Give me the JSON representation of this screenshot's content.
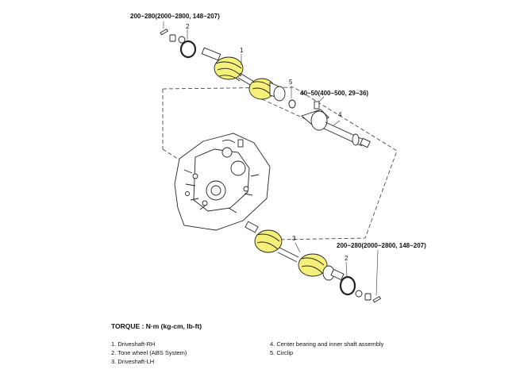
{
  "callouts": {
    "torque_top_left": "200~280(2000~2800, 148~207)",
    "torque_middle": "40~50(400~500, 29~36)",
    "torque_bottom_right": "200~280(2000~2800, 148~207)",
    "num_1": "1",
    "num_2_top": "2",
    "num_2_bottom": "2",
    "num_3": "3",
    "num_4": "4",
    "num_5": "5"
  },
  "torque_note": {
    "label": "TORQUE :",
    "units": "N·m (kg-cm, lb-ft)"
  },
  "legend": {
    "left": [
      "1. Driveshaft-RH",
      "2. Tone wheel (ABS System)",
      "3. Driveshaft-LH"
    ],
    "right": [
      "4. Center bearing and inner shaft assembly",
      "5. Circlip"
    ]
  },
  "colors": {
    "highlight": "#f4f07a",
    "line": "#222222"
  }
}
